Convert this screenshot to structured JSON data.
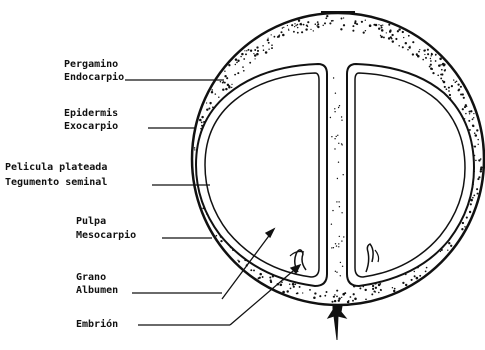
{
  "diagram": {
    "labels": [
      {
        "id": "pergamino",
        "lines": [
          "Pergamino",
          "Endocarpio"
        ]
      },
      {
        "id": "epidermis",
        "lines": [
          "Epidermis",
          "Exocarpio"
        ]
      },
      {
        "id": "pelicula",
        "lines": [
          "Pelicula plateada",
          "Tegumento seminal"
        ]
      },
      {
        "id": "pulpa",
        "lines": [
          "Pulpa",
          "Mesocarpio"
        ]
      },
      {
        "id": "grano",
        "lines": [
          "Grano",
          "Albumen"
        ]
      },
      {
        "id": "embrion",
        "lines": [
          "Embrión"
        ]
      }
    ]
  }
}
